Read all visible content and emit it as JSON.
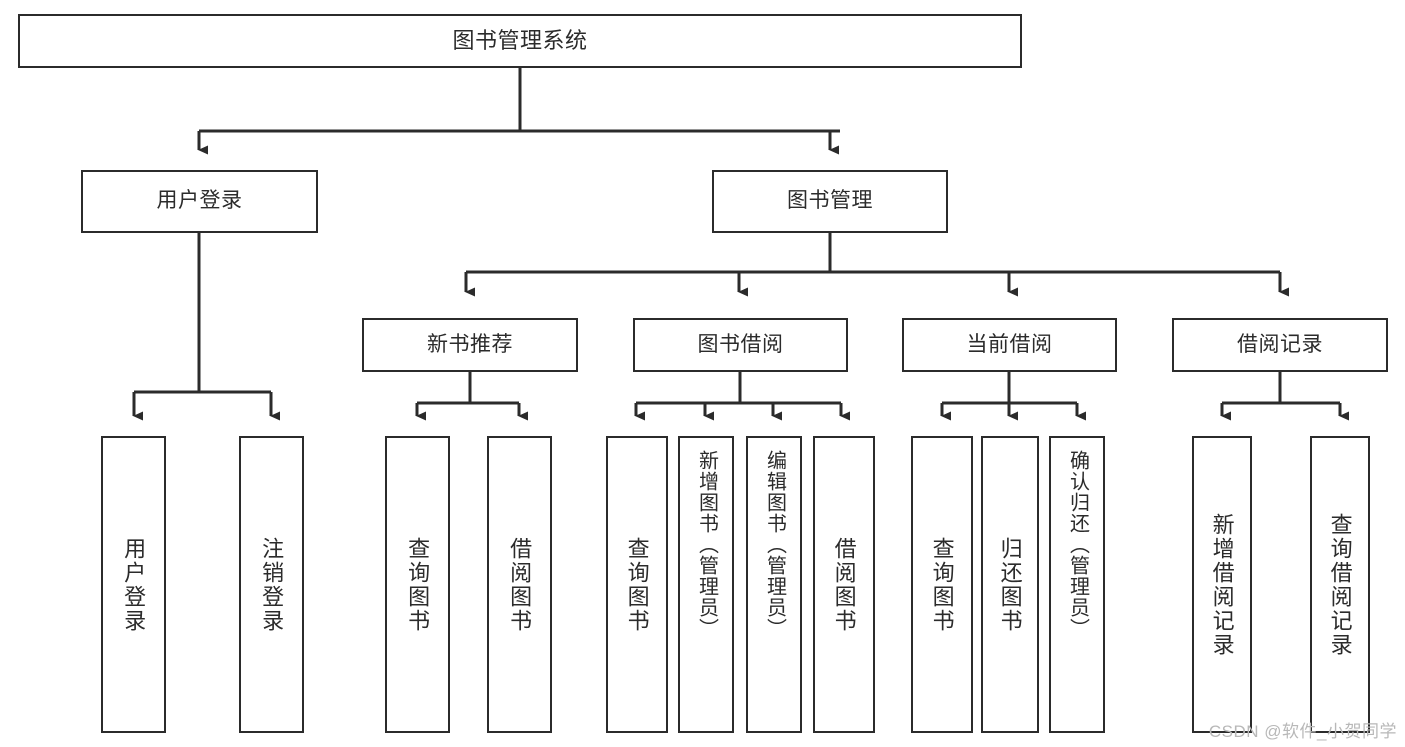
{
  "diagram": {
    "title": "图书管理系统",
    "type": "tree-hierarchy",
    "background_color": "#ffffff",
    "line_color": "#2b2b2b",
    "text_color": "#2b2b2b",
    "watermark": "CSDN @软件_小贺同学"
  },
  "nodes": {
    "root": {
      "label": "图书管理系统"
    },
    "level2": [
      {
        "id": "user-login",
        "label": "用户登录"
      },
      {
        "id": "book-manage",
        "label": "图书管理"
      }
    ],
    "level3": [
      {
        "id": "new-book-recommend",
        "label": "新书推荐"
      },
      {
        "id": "book-borrow",
        "label": "图书借阅"
      },
      {
        "id": "current-borrow",
        "label": "当前借阅"
      },
      {
        "id": "borrow-record",
        "label": "借阅记录"
      }
    ],
    "leaves": {
      "user_login": [
        {
          "id": "leaf-user-login",
          "label": "用户登录"
        },
        {
          "id": "leaf-logout-login",
          "label": "注销登录"
        }
      ],
      "new_book_recommend": [
        {
          "id": "leaf-query-book-1",
          "label": "查询图书"
        },
        {
          "id": "leaf-borrow-book-1",
          "label": "借阅图书"
        }
      ],
      "book_borrow": [
        {
          "id": "leaf-query-book-2",
          "label": "查询图书"
        },
        {
          "id": "leaf-add-book",
          "label": "新增图书（管理员）"
        },
        {
          "id": "leaf-edit-book",
          "label": "编辑图书（管理员）"
        },
        {
          "id": "leaf-borrow-book-2",
          "label": "借阅图书"
        }
      ],
      "current_borrow": [
        {
          "id": "leaf-query-book-3",
          "label": "查询图书"
        },
        {
          "id": "leaf-return-book",
          "label": "归还图书"
        },
        {
          "id": "leaf-confirm-return",
          "label": "确认归还（管理员）"
        }
      ],
      "borrow_record": [
        {
          "id": "leaf-add-record",
          "label": "新增借阅记录"
        },
        {
          "id": "leaf-query-record",
          "label": "查询借阅记录"
        }
      ]
    }
  }
}
